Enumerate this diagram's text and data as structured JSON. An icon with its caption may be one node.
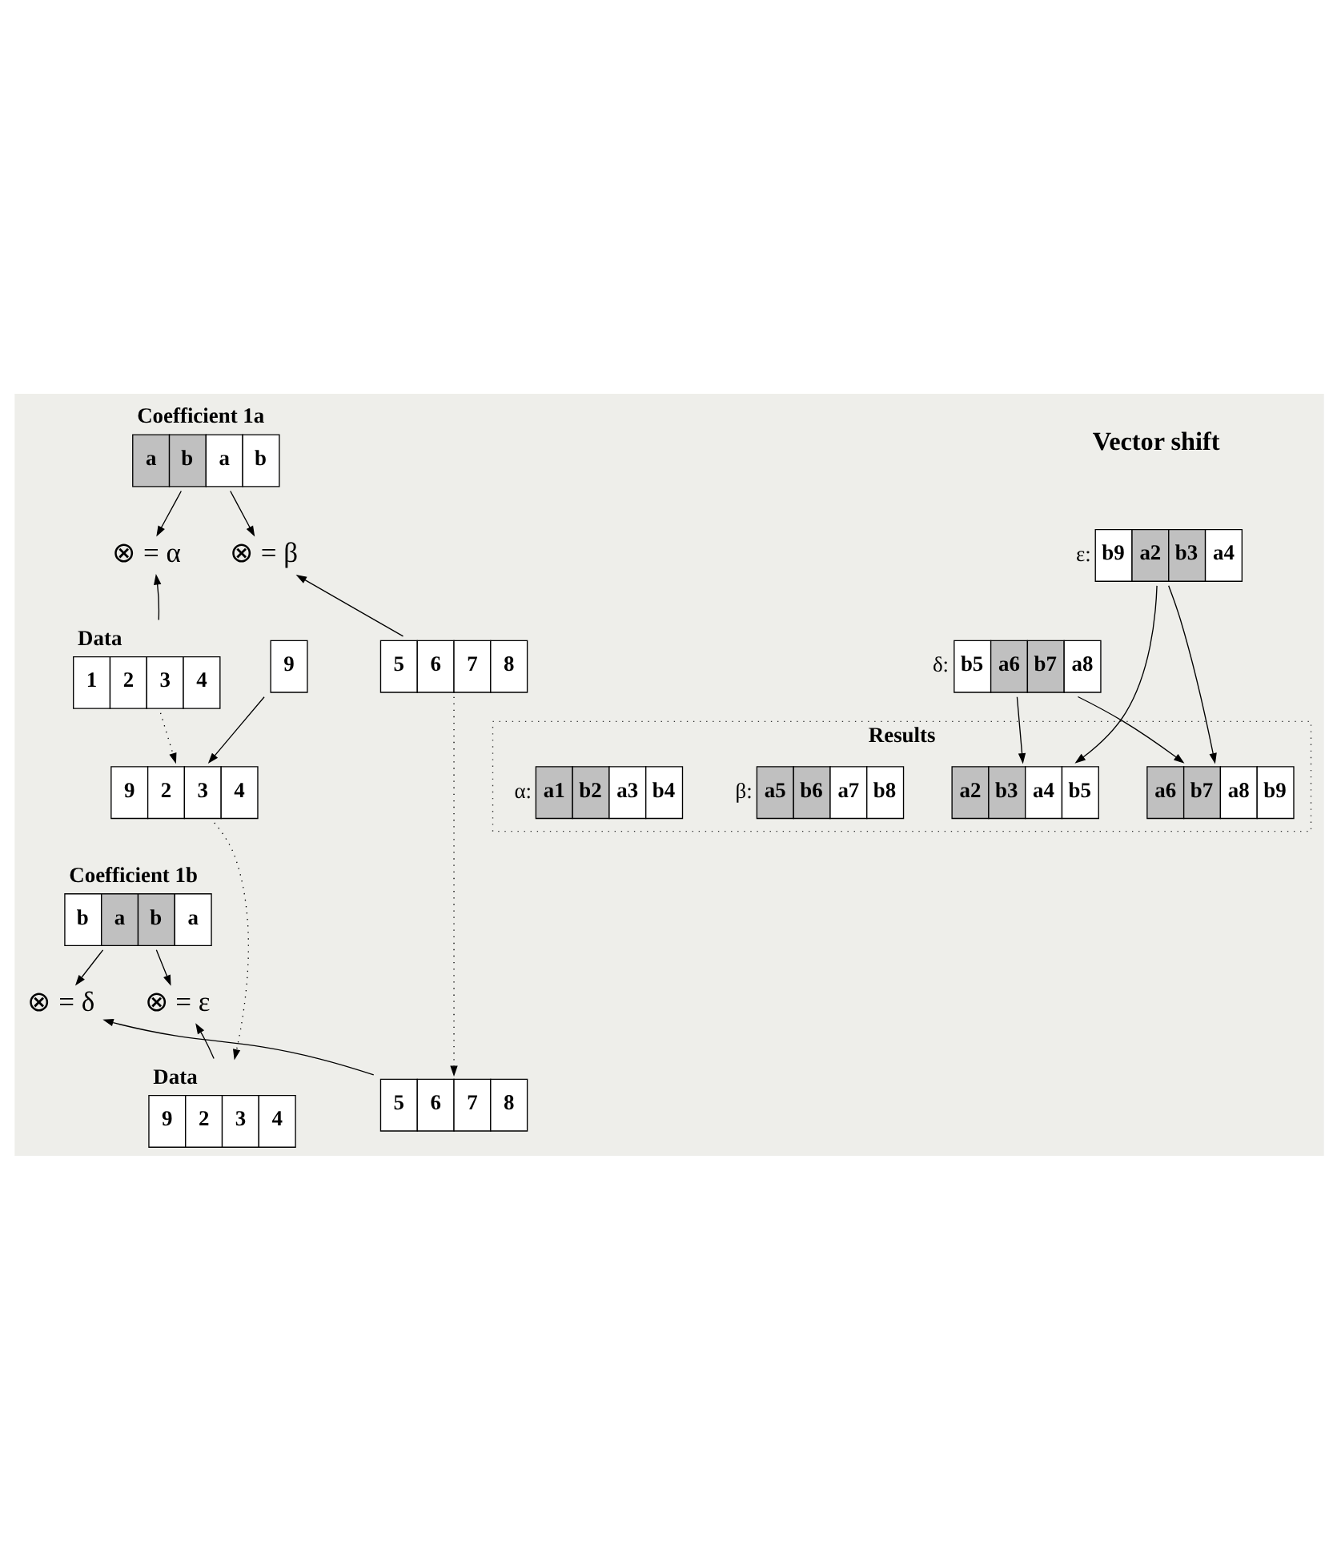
{
  "diagram": {
    "nodes": [
      {
        "text": [
          "Coefficient 1a",
          "a",
          "b",
          "a",
          "b"
        ]
      },
      {
        "text": [
          "⊗ = α"
        ]
      },
      {
        "text": [
          "⊗ = β"
        ]
      },
      {
        "text": [
          "Data",
          "1",
          "2",
          "3",
          "4"
        ]
      },
      {
        "text": [
          "5",
          "6",
          "7",
          "8"
        ]
      },
      {
        "text": [
          "9"
        ]
      },
      {
        "text": [
          "9",
          "2",
          "3",
          "4"
        ]
      },
      {
        "text": [
          "Coefficient 1b",
          "b",
          "a",
          "b",
          "a"
        ]
      },
      {
        "text": [
          "⊗ = ε"
        ]
      },
      {
        "text": [
          "⊗ = δ"
        ]
      },
      {
        "text": [
          "Data",
          "9",
          "2",
          "3",
          "4"
        ]
      },
      {
        "text": [
          "5",
          "6",
          "7",
          "8"
        ]
      },
      {
        "text": [
          "b9",
          "a2",
          "b3",
          "a4"
        ],
        "beside": [
          "ε:"
        ]
      },
      {
        "text": [
          "b5",
          "a6",
          "b7",
          "a8"
        ],
        "beside": [
          "δ:"
        ]
      },
      {
        "text": [
          "Results"
        ]
      },
      {
        "text": [
          "a1",
          "b2",
          "a3",
          "b4"
        ],
        "beside": [
          "α:"
        ],
        "in": 14
      },
      {
        "text": [
          "a2",
          "b3",
          "a4",
          "b5"
        ],
        "in": 14
      },
      {
        "text": [
          "a5",
          "b6",
          "a7",
          "b8"
        ],
        "beside": [
          "β:"
        ],
        "in": 14
      },
      {
        "text": [
          "a6",
          "b7",
          "a8",
          "b9"
        ],
        "in": 14
      }
    ],
    "edges": [
      {
        "from": 0,
        "to": 1,
        "arrow": "to"
      },
      {
        "from": 0,
        "to": 2,
        "arrow": "to"
      },
      {
        "from": 3,
        "to": 1,
        "arrow": "to"
      },
      {
        "from": 4,
        "to": 2,
        "arrow": "to"
      },
      {
        "from": 3,
        "to": 6,
        "arrow": "to",
        "style": "dashed"
      },
      {
        "from": 5,
        "to": 6,
        "arrow": "to"
      },
      {
        "from": 6,
        "to": 10,
        "arrow": "to",
        "style": "dashed"
      },
      {
        "from": 4,
        "to": 11,
        "arrow": "to",
        "style": "dashed"
      },
      {
        "from": 7,
        "to": 8,
        "arrow": "to"
      },
      {
        "from": 7,
        "to": 9,
        "arrow": "to"
      },
      {
        "from": 10,
        "to": 8,
        "arrow": "to"
      },
      {
        "from": 11,
        "to": 9,
        "arrow": "to"
      },
      {
        "from": 12,
        "to": 16,
        "arrow": "to"
      },
      {
        "from": 12,
        "to": 18,
        "arrow": "to"
      },
      {
        "from": 13,
        "to": 16,
        "arrow": "to"
      },
      {
        "from": 13,
        "to": 18,
        "arrow": "to"
      }
    ],
    "labels": [
      "Vector shift"
    ]
  }
}
